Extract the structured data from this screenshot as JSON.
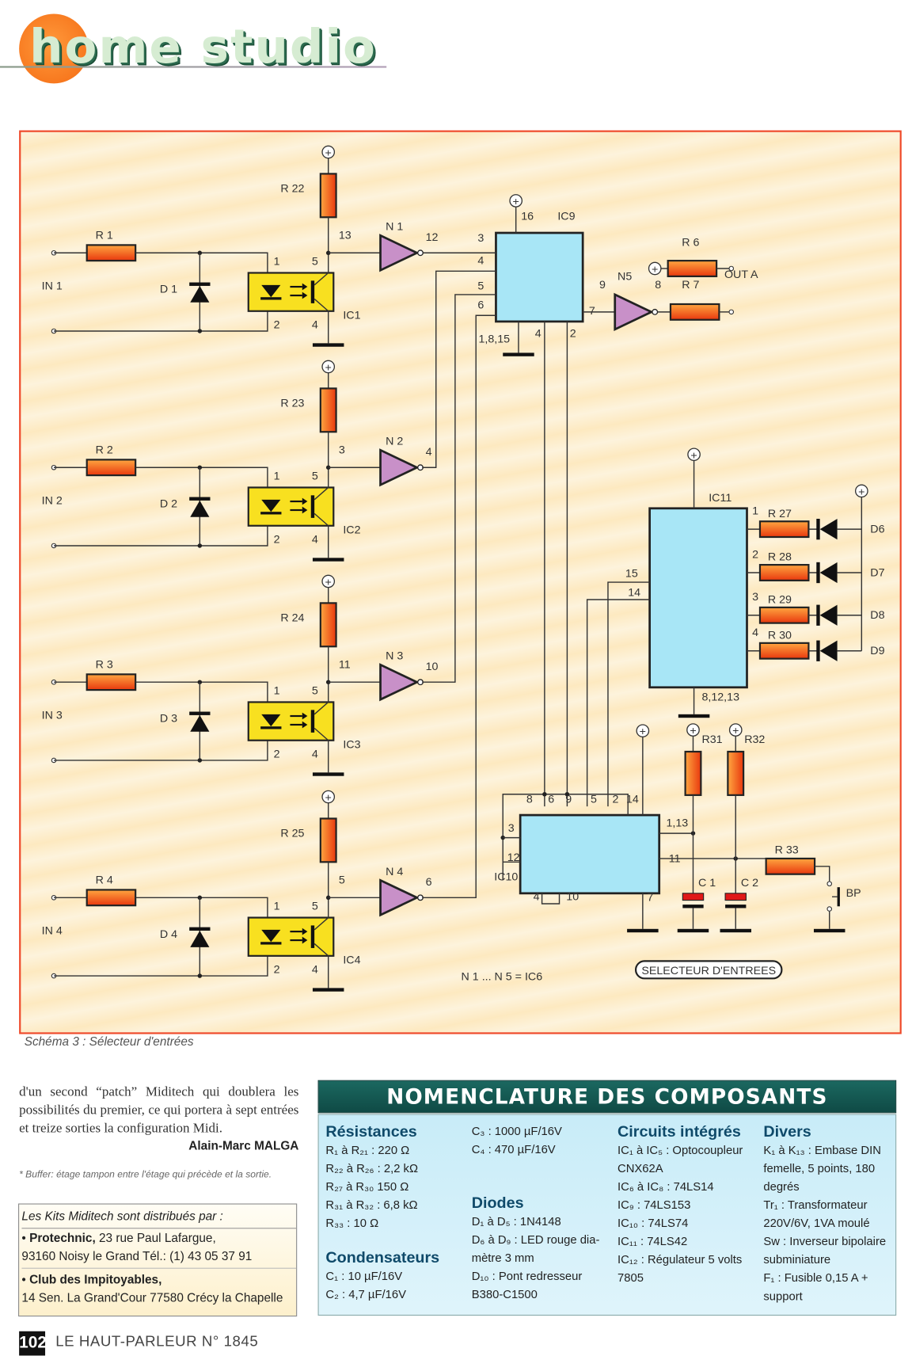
{
  "header": {
    "section_title": "home studio"
  },
  "schematic": {
    "caption": "Schéma 3 : Sélecteur d'entrées",
    "inputs": [
      {
        "label": "IN 1",
        "resistor": "R 1",
        "diode": "D 1",
        "opto": "IC1",
        "pullup": "R 22",
        "gate": "N 1",
        "gate_in_pin": "13",
        "gate_out_pin": "12"
      },
      {
        "label": "IN 2",
        "resistor": "R 2",
        "diode": "D 2",
        "opto": "IC2",
        "pullup": "R 23",
        "gate": "N 2",
        "gate_in_pin": "3",
        "gate_out_pin": "4"
      },
      {
        "label": "IN 3",
        "resistor": "R 3",
        "diode": "D 3",
        "opto": "IC3",
        "pullup": "R 24",
        "gate": "N 3",
        "gate_in_pin": "11",
        "gate_out_pin": "10"
      },
      {
        "label": "IN 4",
        "resistor": "R 4",
        "diode": "D 4",
        "opto": "IC4",
        "pullup": "R 25",
        "gate": "N 4",
        "gate_in_pin": "5",
        "gate_out_pin": "6"
      }
    ],
    "opto_pins": {
      "anode": "1",
      "cathode": "2",
      "collector": "5",
      "emitter": "4"
    },
    "ic9": {
      "label": "IC9",
      "vcc_pin": "16",
      "in_pins": [
        "3",
        "4",
        "5",
        "6"
      ],
      "gnd_pins": "1,8,15",
      "sel_pins": [
        "4",
        "2"
      ],
      "out_pin": "7"
    },
    "n5": {
      "label": "N5",
      "in_pin": "9",
      "out_pin": "8"
    },
    "output": {
      "r6": "R 6",
      "r7": "R 7",
      "label": "OUT A"
    },
    "ic11": {
      "label": "IC11",
      "in_pins": [
        "15",
        "14"
      ],
      "gnd_pins": "8,12,13",
      "out_pins": [
        "1",
        "2",
        "3",
        "4"
      ]
    },
    "leds": [
      {
        "resistor": "R 27",
        "diode": "D6"
      },
      {
        "resistor": "R 28",
        "diode": "D7"
      },
      {
        "resistor": "R 29",
        "diode": "D8"
      },
      {
        "resistor": "R 30",
        "diode": "D9"
      }
    ],
    "ic10": {
      "label": "IC10",
      "top_pins": [
        "8",
        "6",
        "9",
        "5",
        "2",
        "14"
      ],
      "left_pins": [
        "3",
        "12"
      ],
      "bottom_pins": [
        "4",
        "10",
        "7"
      ],
      "right_pins": [
        "1,13",
        "11"
      ]
    },
    "debounce": {
      "r31": "R31",
      "r32": "R32",
      "r33": "R 33",
      "c1": "C 1",
      "c2": "C 2",
      "button": "BP"
    },
    "gate_note": "N 1 ... N 5 = IC6",
    "block_label": "SELECTEUR  D'ENTREES",
    "plus_symbol": "+"
  },
  "article": {
    "body": "d'un second “patch” Miditech qui doublera les possibilités du premier, ce qui portera à sept entrées et  treize sorties la configuration Midi.",
    "author": "Alain-Marc MALGA",
    "footnote": "* Buffer: étage tampon entre l'étage qui précède et la sortie."
  },
  "kits": {
    "title": "Les Kits Miditech sont distribués par :",
    "vendors": [
      {
        "name": "Protechnic,",
        "line1": " 23 rue Paul Lafargue,",
        "line2": "93160 Noisy le Grand Tél.: (1) 43 05 37 91"
      },
      {
        "name": "Club des Impitoyables,",
        "line1": "",
        "line2": "14 Sen. La Grand'Cour 77580 Crécy la Chapelle"
      }
    ]
  },
  "nomenclature": {
    "title": "NOMENCLATURE DES COMPOSANTS",
    "resistances": {
      "heading": "Résistances",
      "items": [
        "R₁ à R₂₁ : 220 Ω",
        "R₂₂ à R₂₆ : 2,2 kΩ",
        "R₂₇ à R₃₀ 150 Ω",
        "R₃₁ à R₃₂ : 6,8 kΩ",
        "R₃₃ : 10 Ω"
      ]
    },
    "condensateurs": {
      "heading": "Condensateurs",
      "items": [
        "C₁ : 10 µF/16V",
        "C₂ : 4,7 µF/16V",
        "C₃ : 1000 µF/16V",
        "C₄ : 470 µF/16V"
      ]
    },
    "diodes": {
      "heading": "Diodes",
      "items": [
        "D₁ à D₅ : 1N4148",
        "D₆ à D₉ : LED rouge dia-mètre 3 mm",
        "D₁₀ : Pont redresseur B380-C1500"
      ]
    },
    "circuits": {
      "heading": "Circuits intégrés",
      "items": [
        "IC₁ à IC₅ : Optocoupleur CNX62A",
        "IC₆ à IC₈ : 74LS14",
        "IC₉ : 74LS153",
        "IC₁₀ : 74LS74",
        "IC₁₁ : 74LS42",
        "IC₁₂ : Régulateur 5 volts 7805"
      ]
    },
    "divers": {
      "heading": "Divers",
      "items": [
        "K₁ à K₁₃ : Embase DIN femelle, 5 points, 180 degrés",
        "Tr₁ : Transformateur 220V/6V, 1VA moulé",
        "Sw : Inverseur bipolaire subminiature",
        "F₁ : Fusible 0,15 A + support"
      ]
    }
  },
  "footer": {
    "page_number": "102",
    "magazine": "LE HAUT-PARLEUR   N° 1845"
  }
}
